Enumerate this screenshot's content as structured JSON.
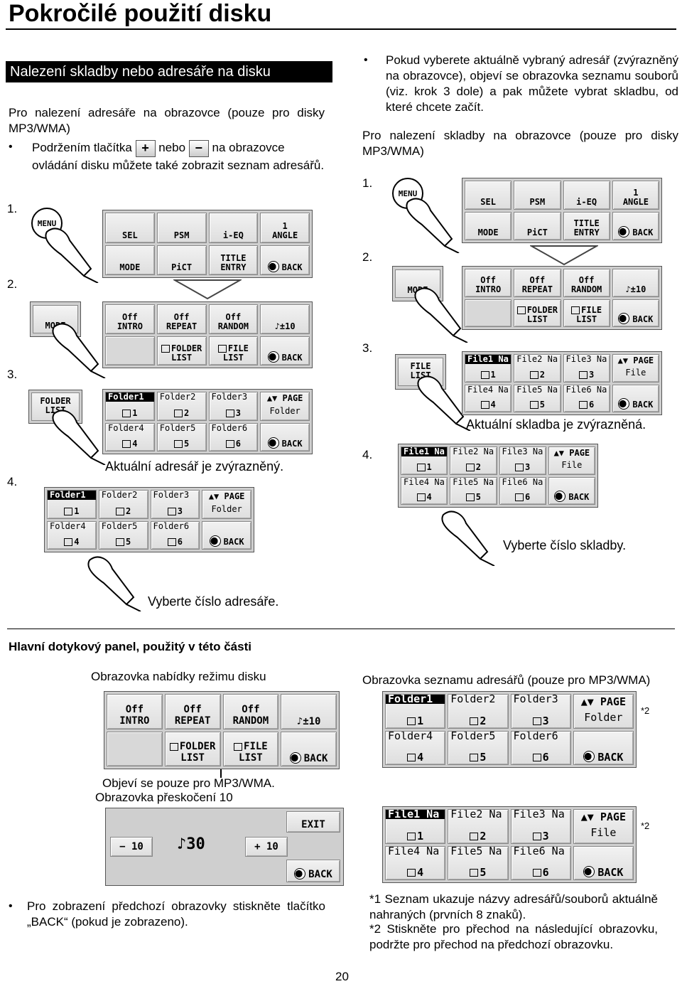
{
  "page": {
    "title": "Pokročilé použití disku",
    "number": "20"
  },
  "left": {
    "section_title": "Nalezení skladby nebo adresáře na disku",
    "subheading": "Pro nalezení adresáře na obrazovce (pouze pro disky MP3/WMA)",
    "bullet_pre": "Podržením tlačítka",
    "bullet_mid": "nebo",
    "bullet_post": "na obrazovce ovládání disku můžete také zobrazit seznam adresářů.",
    "steps": [
      "1.",
      "2.",
      "3.",
      "4."
    ],
    "caption_highlight": "Aktuální adresář je zvýrazněný.",
    "caption_select": "Vyberte číslo adresáře."
  },
  "right": {
    "bullet": "Pokud vyberete aktuálně vybraný adresář (zvýrazněný na obrazovce), objeví se obrazovka seznamu souborů (viz. krok 3 dole) a pak můžete vybrat skladbu, od které chcete začít.",
    "subheading": "Pro nalezení skladby na obrazovce (pouze pro disky MP3/WMA)",
    "steps": [
      "1.",
      "2.",
      "3.",
      "4."
    ],
    "caption_highlight": "Aktuální skladba je zvýrazněná.",
    "caption_select": "Vyberte číslo skladby."
  },
  "bottom": {
    "heading": "Hlavní dotykový panel, použitý v této části",
    "menu_label": "Obrazovka nabídky režimu disku",
    "list_label": "Obrazovka seznamu adresářů (pouze pro MP3/WMA)",
    "mp3_note": "Objeví se pouze pro MP3/WMA.",
    "skip_label": "Obrazovka přeskočení 10",
    "back_note": "Pro zobrazení předchozí obrazovky stiskněte tlačítko „BACK“ (pokud je zobrazeno).",
    "note1": "*1 Seznam ukazuje názvy adresářů/souborů aktuálně nahraných (prvních 8 znaků).",
    "note2": "*2 Stiskněte pro přechod na následující obrazovku, podržte pro přechod na předchozí obrazovku.",
    "mark2": "*2"
  },
  "buttons": {
    "menu": "MENU",
    "mode": "MODE",
    "sel": "SEL",
    "psm": "PSM",
    "ieq": "i-EQ",
    "angle_top": "1",
    "angle": "ANGLE",
    "pict": "PiCT",
    "title_entry_1": "TITLE",
    "title_entry_2": "ENTRY",
    "back": "BACK",
    "off": "Off",
    "intro": "INTRO",
    "repeat": "REPEAT",
    "random": "RANDOM",
    "pm10": "♪±10",
    "folder_list_1": "FOLDER",
    "folder_list_2": "LIST",
    "file_list_1": "FILE",
    "file_list_2": "LIST",
    "page": "▲▼ PAGE",
    "folder_page": "Folder",
    "file_page": "File",
    "exit": "EXIT",
    "minus10": "− 10",
    "plus10": "+ 10",
    "skip_value": "♪30"
  },
  "folders": [
    {
      "name": "Folder1",
      "num": "1"
    },
    {
      "name": "Folder2",
      "num": "2"
    },
    {
      "name": "Folder3",
      "num": "3"
    },
    {
      "name": "Folder4",
      "num": "4"
    },
    {
      "name": "Folder5",
      "num": "5"
    },
    {
      "name": "Folder6",
      "num": "6"
    }
  ],
  "files": [
    {
      "name": "File1 Na",
      "num": "1"
    },
    {
      "name": "File2 Na",
      "num": "2"
    },
    {
      "name": "File3 Na",
      "num": "3"
    },
    {
      "name": "File4 Na",
      "num": "4"
    },
    {
      "name": "File5 Na",
      "num": "5"
    },
    {
      "name": "File6 Na",
      "num": "6"
    }
  ]
}
